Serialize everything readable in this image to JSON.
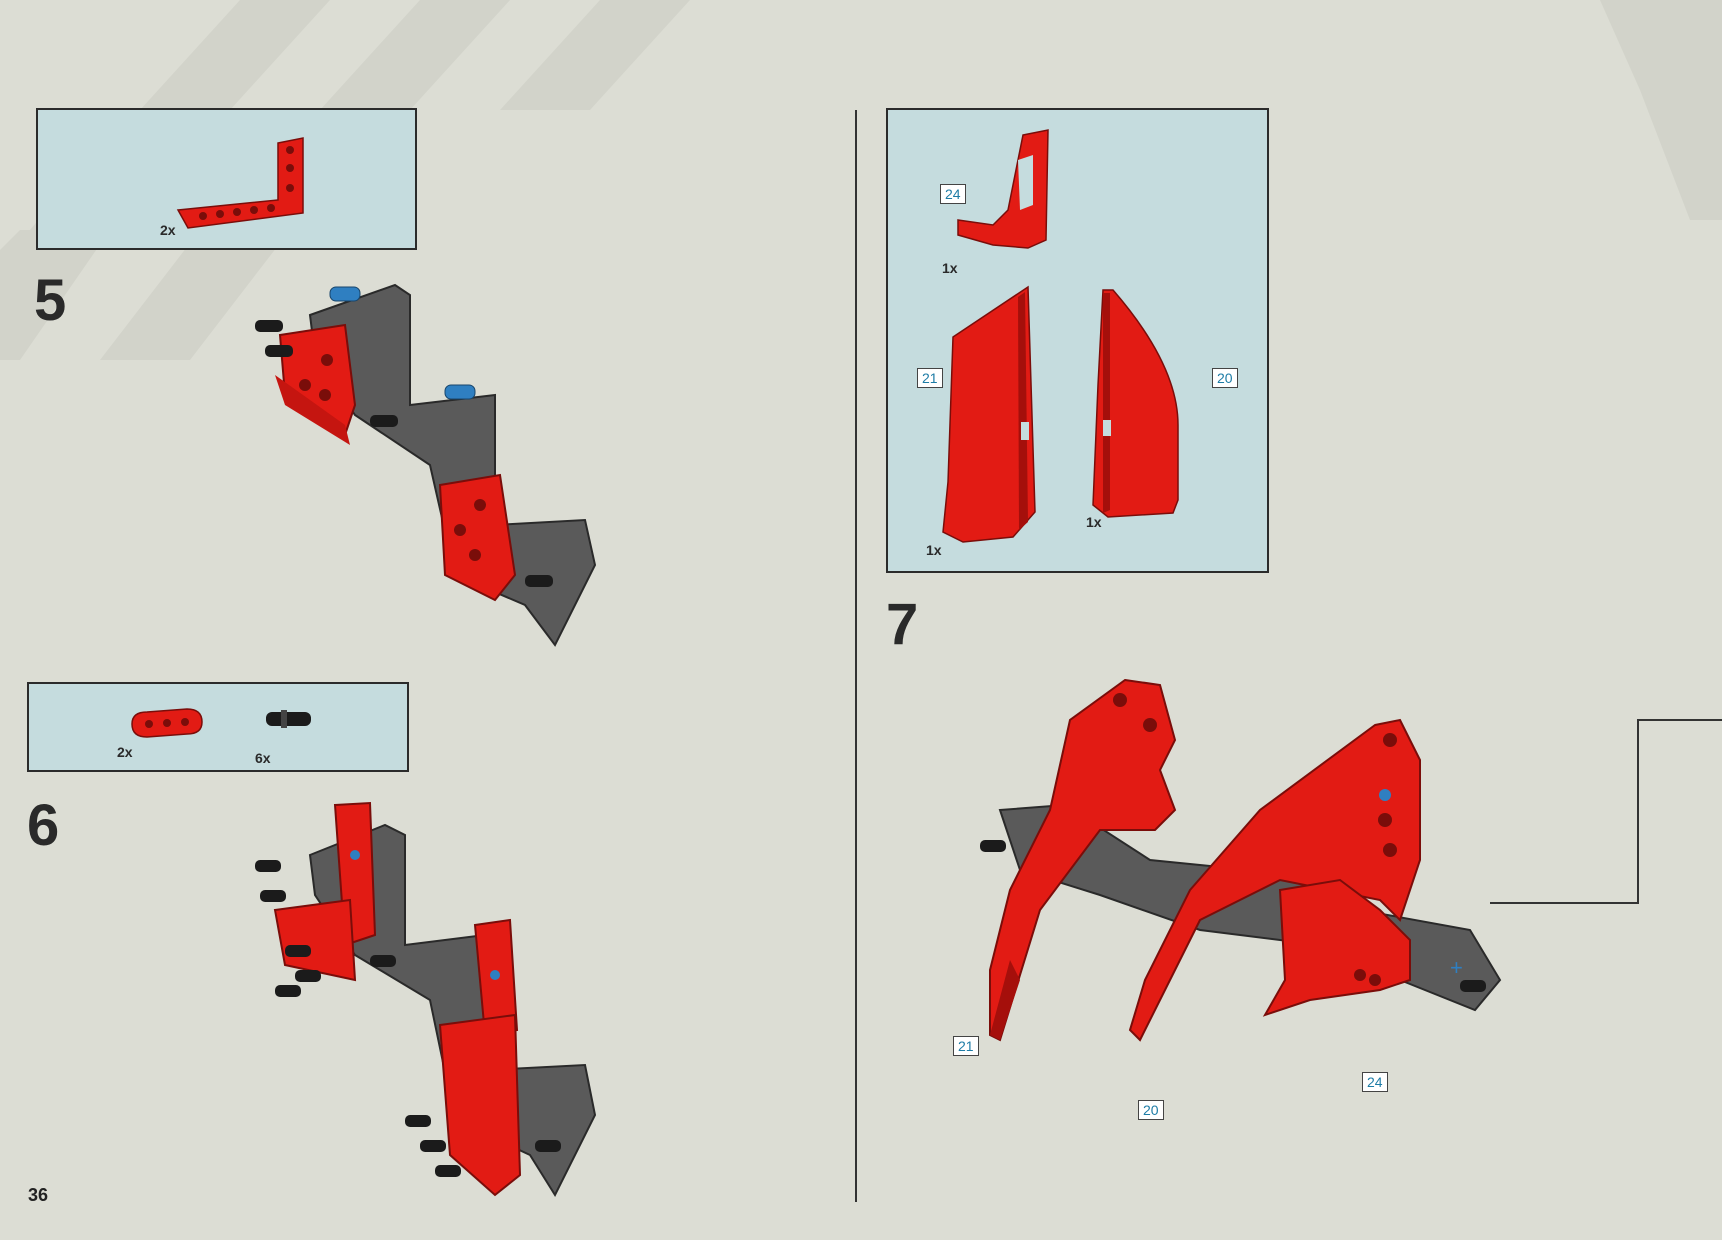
{
  "page_number": "36",
  "steps": [
    {
      "number": "5",
      "parts": [
        {
          "qty": "2x",
          "icon": "red-l-beam"
        }
      ]
    },
    {
      "number": "6",
      "parts": [
        {
          "qty": "2x",
          "icon": "red-beam-3"
        },
        {
          "qty": "6x",
          "icon": "black-pin"
        }
      ]
    },
    {
      "number": "7",
      "parts": [
        {
          "qty": "1x",
          "id": "24",
          "icon": "red-panel-small"
        },
        {
          "qty": "1x",
          "id": "21",
          "icon": "red-panel-left"
        },
        {
          "qty": "1x",
          "id": "20",
          "icon": "red-panel-right"
        }
      ],
      "callouts": [
        "21",
        "20",
        "24"
      ]
    }
  ],
  "colors": {
    "parts_box": "#c5dcde",
    "red": "#e21b14",
    "grey": "#5a5a5a",
    "callout_text": "#1d7ca6"
  }
}
